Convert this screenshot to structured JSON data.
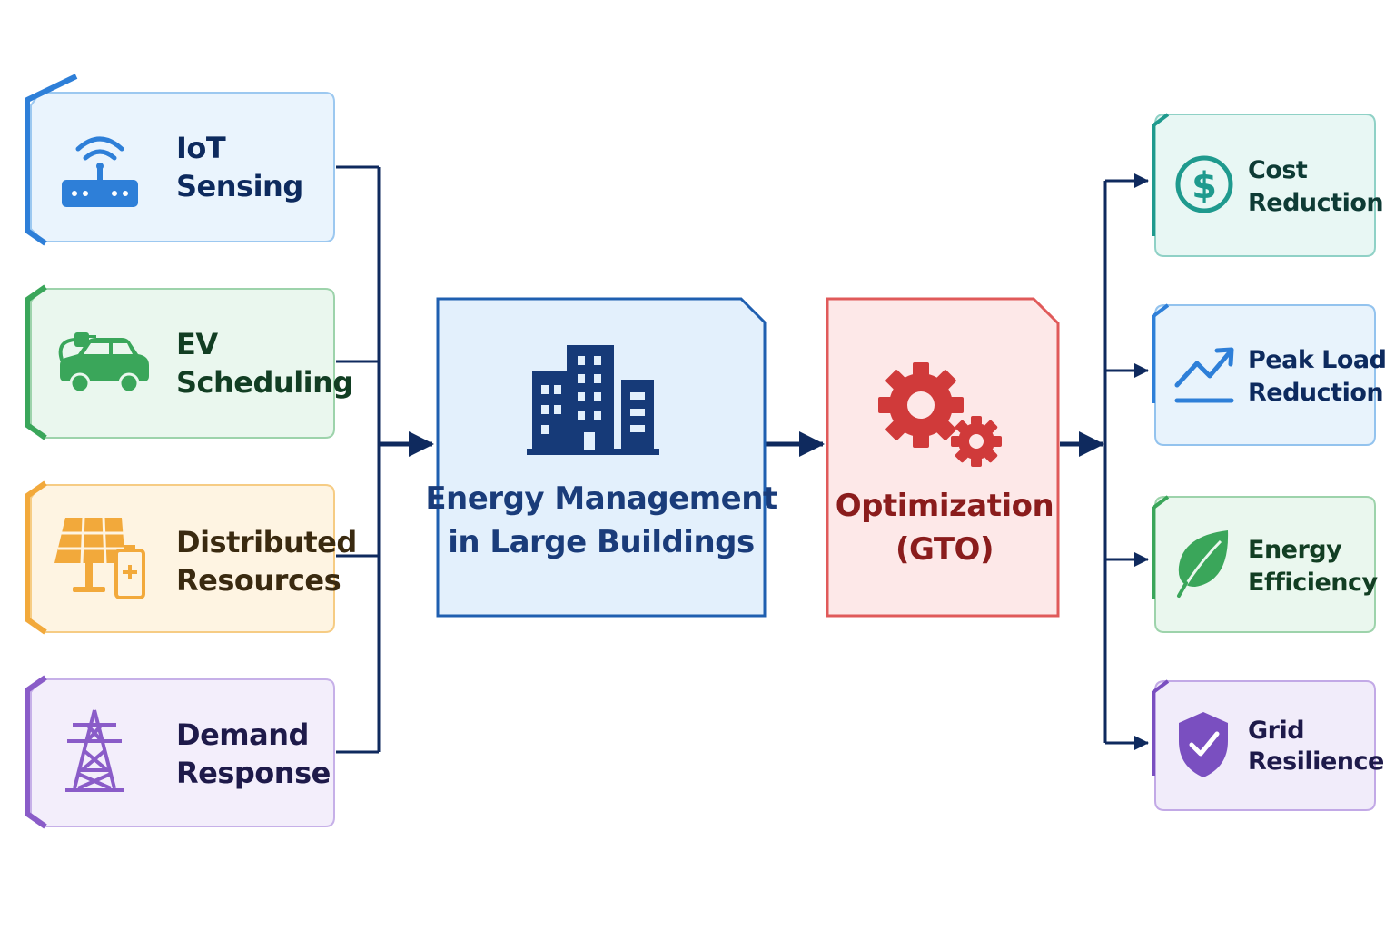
{
  "inputs": [
    {
      "line1": "IoT",
      "line2": "Sensing",
      "icon": "wifi-router-icon",
      "color": "#2e7fd8",
      "fill": "#eaf4fd",
      "text_color": "#0d2a5e"
    },
    {
      "line1": "EV",
      "line2": "Scheduling",
      "icon": "electric-car-icon",
      "color": "#3aa65a",
      "fill": "#eaf7ee",
      "text_color": "#123e23"
    },
    {
      "line1": "Distributed",
      "line2": "Resources",
      "icon": "solar-battery-icon",
      "color": "#f2a93b",
      "fill": "#fef4e2",
      "text_color": "#3a2a10"
    },
    {
      "line1": "Demand",
      "line2": "Response",
      "icon": "power-tower-icon",
      "color": "#8a5cc8",
      "fill": "#f3eefb",
      "text_color": "#1e1a4a"
    }
  ],
  "center": {
    "line1": "Energy Management",
    "line2": "in Large Buildings",
    "icon": "building-icon",
    "color": "#1f5fb0",
    "fill": "#e3f0fc",
    "text_color": "#1a3c7a"
  },
  "optimizer": {
    "line1": "Optimization",
    "line2": "(GTO)",
    "icon": "gears-icon",
    "color": "#e05a5a",
    "fill": "#fde8e8",
    "text_color": "#8a1c1c"
  },
  "outputs": [
    {
      "line1": "Cost",
      "line2": "Reduction",
      "icon": "dollar-icon",
      "color": "#1f9a8e",
      "fill": "#e8f7f4",
      "text_color": "#0e3b35"
    },
    {
      "line1": "Peak Load",
      "line2": "Reduction",
      "icon": "trend-up-icon",
      "color": "#2e7fd8",
      "fill": "#e8f3fc",
      "text_color": "#0d2a5e"
    },
    {
      "line1": "Energy",
      "line2": "Efficiency",
      "icon": "leaf-icon",
      "color": "#3aa65a",
      "fill": "#eaf7ee",
      "text_color": "#123e23"
    },
    {
      "line1": "Grid",
      "line2": "Resilience",
      "icon": "shield-check-icon",
      "color": "#7a4fc0",
      "fill": "#f1ecfa",
      "text_color": "#1e1a4a"
    }
  ],
  "connector_color": "#0f2a5e"
}
